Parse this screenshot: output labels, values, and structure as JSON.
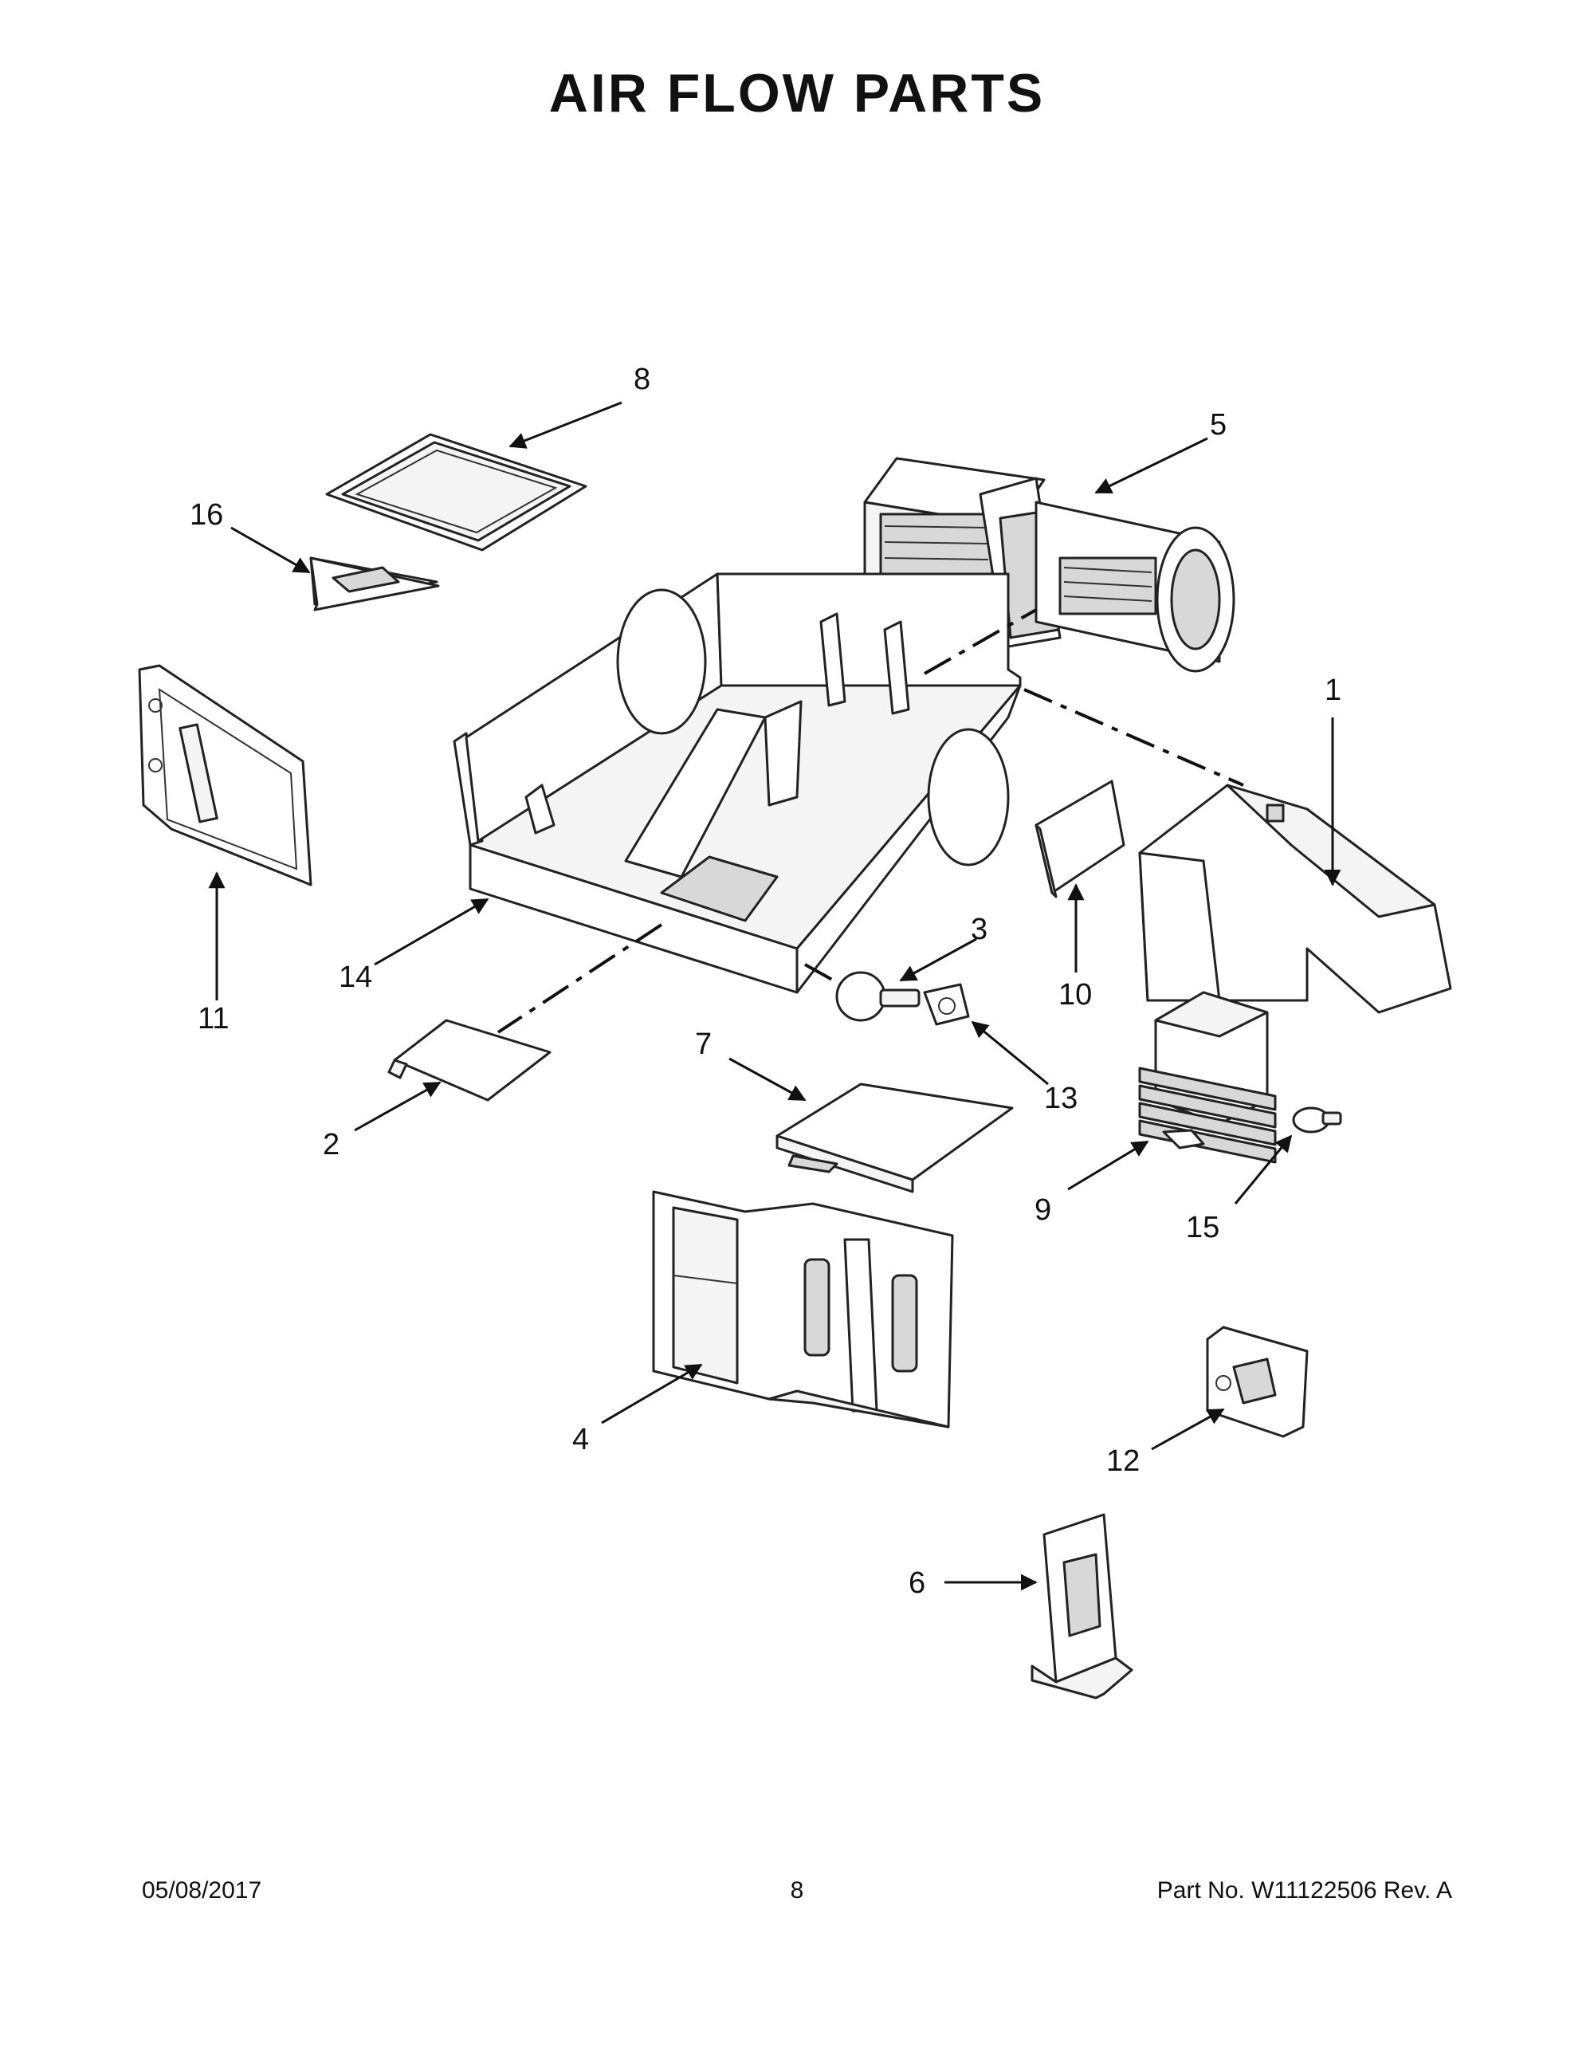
{
  "title": "AIR FLOW PARTS",
  "callouts": [
    {
      "id": "c1",
      "label": "1"
    },
    {
      "id": "c2",
      "label": "2"
    },
    {
      "id": "c3",
      "label": "3"
    },
    {
      "id": "c4",
      "label": "4"
    },
    {
      "id": "c5",
      "label": "5"
    },
    {
      "id": "c6",
      "label": "6"
    },
    {
      "id": "c7",
      "label": "7"
    },
    {
      "id": "c8",
      "label": "8"
    },
    {
      "id": "c9",
      "label": "9"
    },
    {
      "id": "c10",
      "label": "10"
    },
    {
      "id": "c11",
      "label": "11"
    },
    {
      "id": "c12",
      "label": "12"
    },
    {
      "id": "c13",
      "label": "13"
    },
    {
      "id": "c14",
      "label": "14"
    },
    {
      "id": "c15",
      "label": "15"
    },
    {
      "id": "c16",
      "label": "16"
    }
  ],
  "footer": {
    "date": "05/08/2017",
    "page": "8",
    "part_no": "Part No.  W11122506  Rev.  A"
  }
}
